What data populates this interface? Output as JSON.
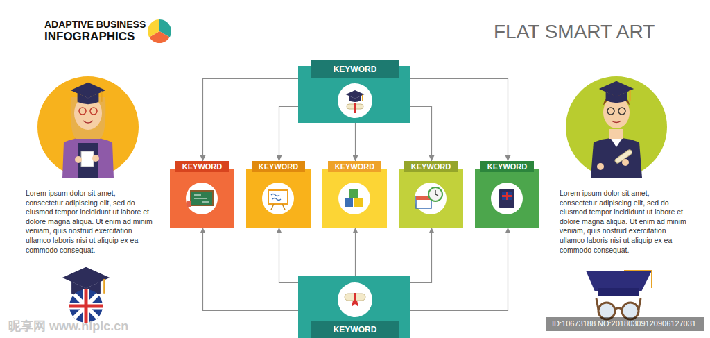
{
  "diagram": {
    "title": "FLAT SMART ART",
    "nodes": [
      {
        "text": [
          "KEYWORD"
        ]
      },
      {
        "text": [
          "KEYWORD"
        ]
      },
      {
        "text": [
          "KEYWORD"
        ]
      },
      {
        "text": [
          "KEYWORD"
        ]
      },
      {
        "text": [
          "KEYWORD"
        ]
      },
      {
        "text": [
          "KEYWORD"
        ]
      },
      {
        "text": [
          "KEYWORD"
        ]
      }
    ],
    "edges": [
      {
        "from": 0,
        "to": 1,
        "arrow": "to"
      },
      {
        "from": 0,
        "to": 2,
        "arrow": "to"
      },
      {
        "from": 0,
        "to": 3,
        "arrow": "to"
      },
      {
        "from": 0,
        "to": 4,
        "arrow": "to"
      },
      {
        "from": 0,
        "to": 5,
        "arrow": "to"
      },
      {
        "from": 6,
        "to": 1,
        "arrow": "to"
      },
      {
        "from": 6,
        "to": 2,
        "arrow": "to"
      },
      {
        "from": 6,
        "to": 3,
        "arrow": "to"
      },
      {
        "from": 6,
        "to": 4,
        "arrow": "to"
      },
      {
        "from": 6,
        "to": 5,
        "arrow": "to"
      }
    ],
    "labels": [
      "ADAPTIVE BUSINESS",
      "INFOGRAPHICS",
      "Lorem ipsum dolor sit amet, consectetur adipiscing elit, sed do eiusmod tempor incididunt ut labore et dolore magna aliqua. Ut enim ad minim veniam, quis nostrud exercitation ullamco laboris nisi ut aliquip ex ea commodo consequat.",
      "Lorem ipsum dolor sit amet, consectetur adipiscing elit, sed do eiusmod tempor incididunt ut labore et dolore magna aliqua. Ut enim ad minim veniam, quis nostrud exercitation ullamco laboris nisi ut aliquip ex ea commodo consequat.",
      "昵享网 www.nipic.cn",
      "ID:10673188 NO:20180309120906127031"
    ]
  }
}
